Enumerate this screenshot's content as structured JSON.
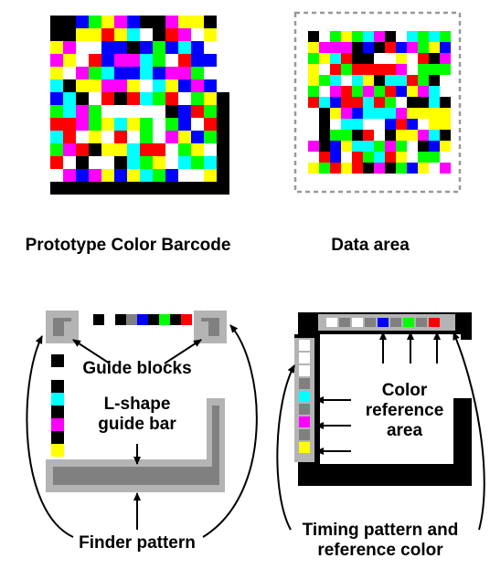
{
  "captions": {
    "prototype": "Prototype Color Barcode",
    "data_area": "Data area"
  },
  "labels": {
    "guide_blocks": "Guide blocks",
    "l_shape_guide_bar": [
      "L-shape",
      "guide bar"
    ],
    "finder_pattern": "Finder pattern",
    "color_reference_area": [
      "Color",
      "reference",
      "area"
    ],
    "timing_pattern": [
      "Timing pattern and",
      "reference color"
    ]
  },
  "palette": {
    "black": "#000000",
    "white": "#ffffff",
    "red": "#ff0000",
    "green": "#00ff00",
    "blue": "#0000ff",
    "cyan": "#00ffff",
    "magenta": "#ff00ff",
    "yellow": "#ffff00",
    "gray": "#808080",
    "light_gray": "#b4b4b4",
    "dashed_border": "#999999"
  },
  "reference_colors": [
    "white",
    "gray",
    "white",
    "gray",
    "blue",
    "gray",
    "green",
    "gray",
    "red"
  ],
  "timing_colors": [
    "white",
    "white",
    "white",
    "gray",
    "cyan",
    "gray",
    "magenta",
    "gray",
    "yellow"
  ]
}
